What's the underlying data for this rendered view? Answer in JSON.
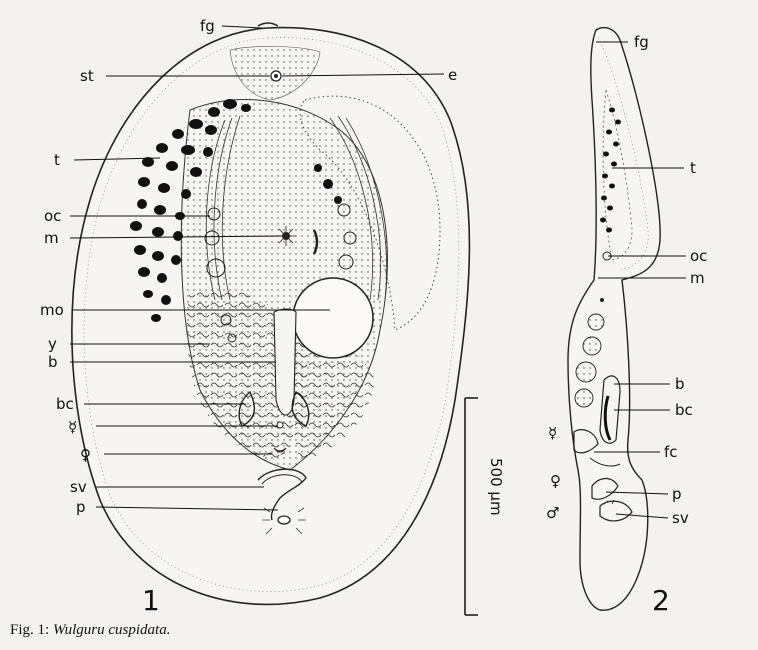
{
  "figure1": {
    "number": "1",
    "labels": {
      "fg": "fg",
      "st": "st",
      "e": "e",
      "t": "t",
      "oc": "oc",
      "m": "m",
      "mo": "mo",
      "y": "y",
      "b": "b",
      "bc": "bc",
      "herm": "☿",
      "female": "♀",
      "sv": "sv",
      "p": "p"
    }
  },
  "figure2": {
    "number": "2",
    "labels": {
      "fg": "fg",
      "t": "t",
      "oc": "oc",
      "m": "m",
      "b": "b",
      "bc": "bc",
      "herm": "☿",
      "fc": "fc",
      "female": "♀",
      "p": "p",
      "male": "♂",
      "sv": "sv"
    }
  },
  "scale_bar": {
    "label": "500 µm"
  },
  "caption": {
    "prefix": "Fig. 1:",
    "species": "Wulguru cuspidata."
  }
}
